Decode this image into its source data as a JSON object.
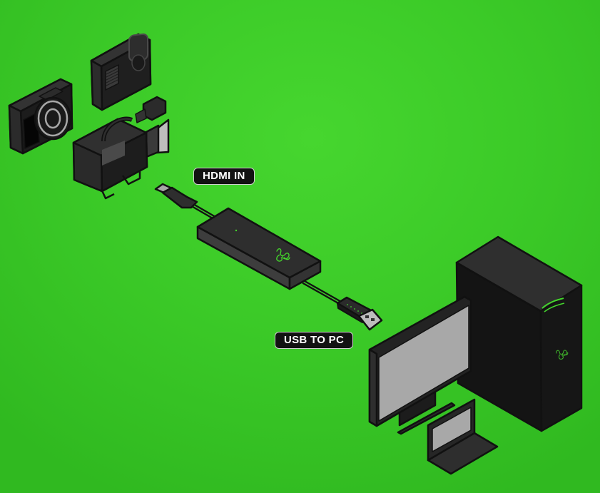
{
  "diagram": {
    "description": "Razer capture card connection diagram",
    "background_color": "#3ccb28",
    "labels": {
      "hdmi_in": "HDMI IN",
      "usb_to_pc": "USB TO PC"
    },
    "sources": [
      {
        "name": "compact-camera"
      },
      {
        "name": "action-camera"
      },
      {
        "name": "camcorder"
      }
    ],
    "device": {
      "name": "capture-card",
      "logo_color": "#44d62c",
      "led_color": "#44d62c"
    },
    "destinations": [
      {
        "name": "monitor"
      },
      {
        "name": "laptop"
      },
      {
        "name": "desktop-tower"
      }
    ],
    "colors": {
      "device_top": "#2e2e2e",
      "device_side": "#3d3d3d",
      "outline": "#111111",
      "screen": "#a8a8a8",
      "accent": "#44d62c"
    }
  }
}
